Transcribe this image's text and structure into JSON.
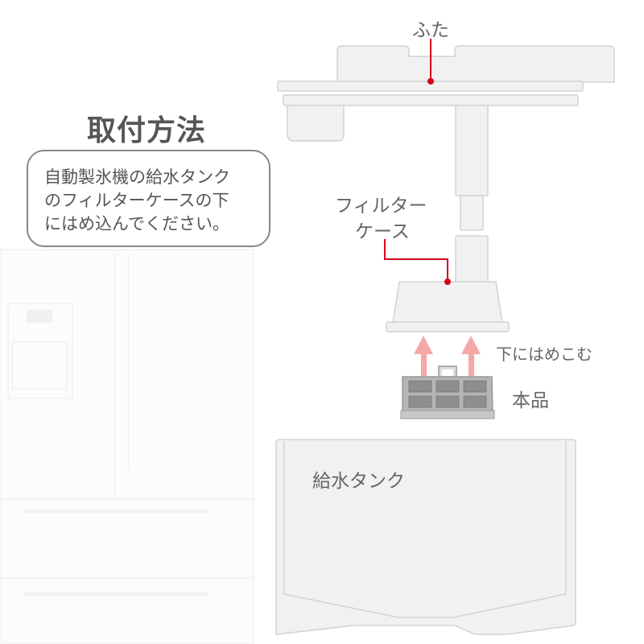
{
  "title": "取付方法",
  "instruction": {
    "lines": [
      "自動製氷機の給水タンク",
      "のフィルターケースの下",
      "にはめ込んでください。"
    ]
  },
  "labels": {
    "lid": "ふた",
    "filter_case_line1": "フィルター",
    "filter_case_line2": "ケース",
    "insert_from_below": "下にはめこむ",
    "product": "本品",
    "water_tank": "給水タンク"
  },
  "colors": {
    "part_fill": "#f1f1f1",
    "part_stroke": "#d2d2d2",
    "leader": "#d9001b",
    "arrow": "#f5a8a8",
    "text": "#666666"
  }
}
